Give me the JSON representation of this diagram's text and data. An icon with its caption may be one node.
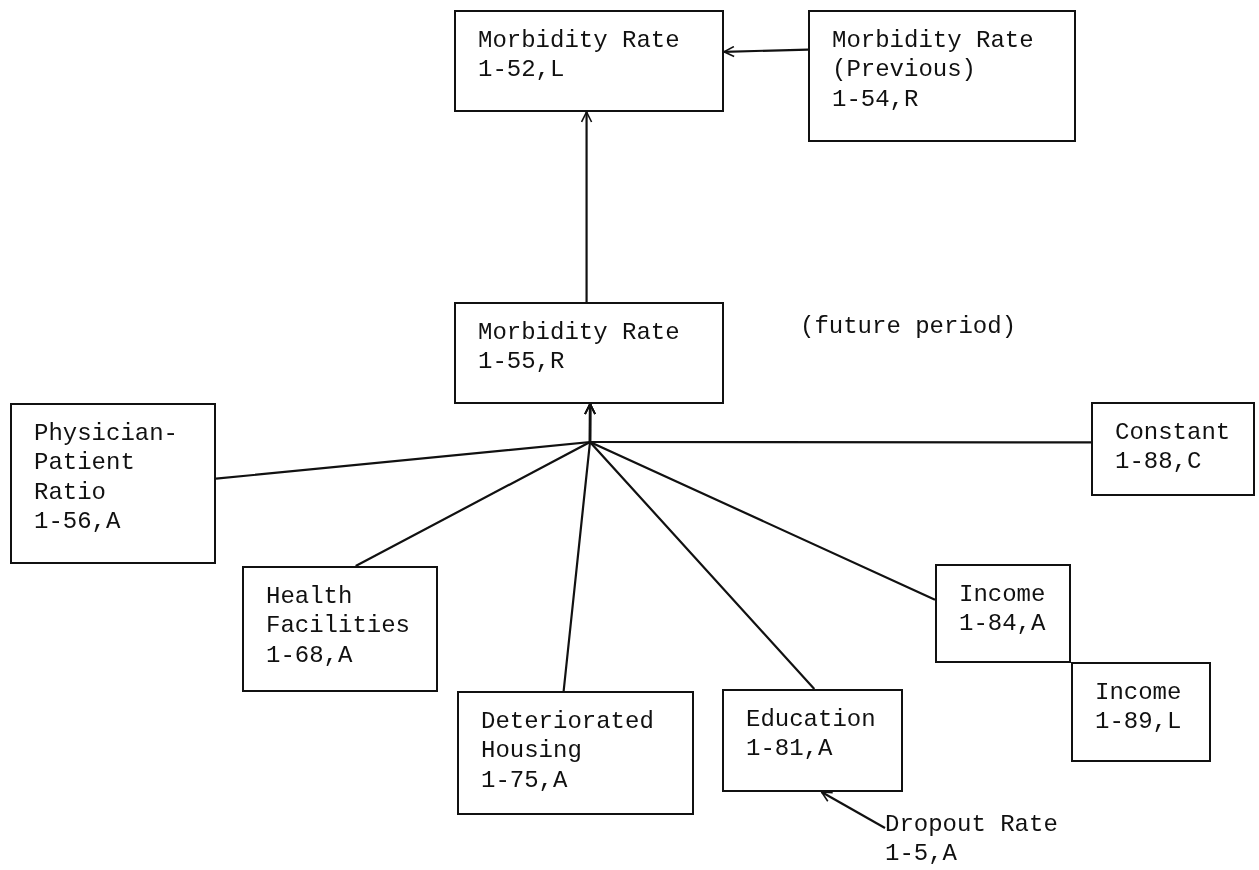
{
  "diagram": {
    "nodes": [
      {
        "text": [
          "Morbidity Rate",
          "1-52,L"
        ]
      },
      {
        "text": [
          "Morbidity Rate (Previous)",
          "1-54,R"
        ]
      },
      {
        "text": [
          "Morbidity Rate",
          "1-55,R"
        ],
        "beside": [
          "(future period)"
        ]
      },
      {
        "text": [
          "Physician-Patient Ratio",
          "1-56,A"
        ]
      },
      {
        "text": [
          "Health Facilities",
          "1-68,A"
        ]
      },
      {
        "text": [
          "Deteriorated Housing",
          "1-75,A"
        ]
      },
      {
        "text": [
          "Education",
          "1-81,A"
        ]
      },
      {
        "text": [
          "Income",
          "1-84,A"
        ]
      },
      {
        "text": [
          "Income",
          "1-89,L"
        ]
      },
      {
        "text": [
          "Constant",
          "1-88,C"
        ]
      },
      {
        "text": [
          "Dropout Rate",
          "1-5,A"
        ]
      }
    ],
    "edges": [
      {
        "from": 1,
        "to": 0,
        "arrow": "to"
      },
      {
        "from": 2,
        "to": 0,
        "arrow": "to"
      },
      {
        "from": 3,
        "to": 2,
        "arrow": "to"
      },
      {
        "from": 4,
        "to": 2,
        "arrow": "to"
      },
      {
        "from": 5,
        "to": 2,
        "arrow": "to"
      },
      {
        "from": 6,
        "to": 2,
        "arrow": "to"
      },
      {
        "from": 7,
        "to": 2,
        "arrow": "to"
      },
      {
        "from": 9,
        "to": 2,
        "arrow": "to"
      },
      {
        "from": 10,
        "to": 6,
        "arrow": "to"
      }
    ]
  }
}
